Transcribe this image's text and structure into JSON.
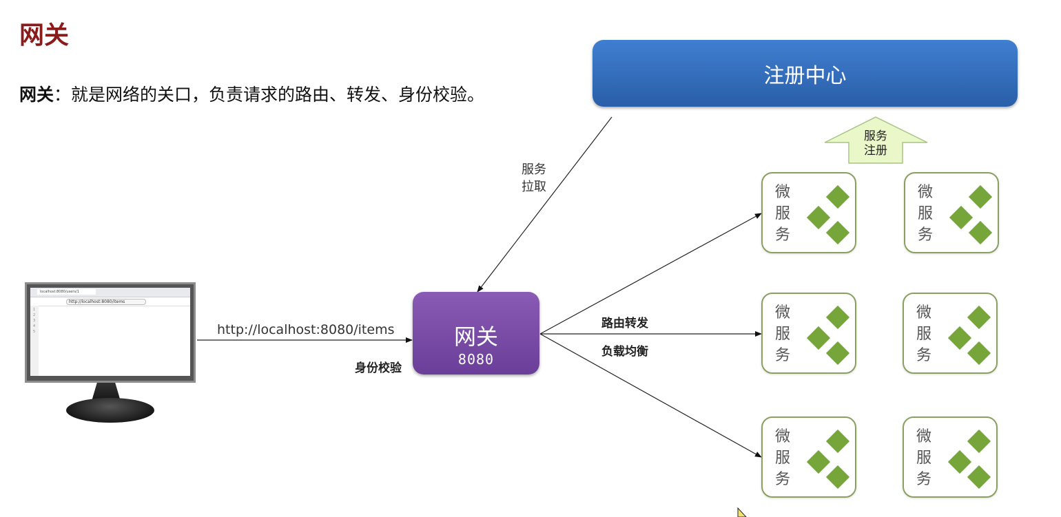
{
  "page": {
    "title": "网关",
    "subtitle_term": "网关",
    "subtitle_text": "：就是网络的关口，负责请求的路由、转发、身份校验。"
  },
  "registry": {
    "label": "注册中心"
  },
  "gateway": {
    "name": "网关",
    "port": "8080"
  },
  "edges": {
    "service_pull": "服务拉取",
    "service_pull_lines": [
      "服务",
      "拉取"
    ],
    "client_url": "http://localhost:8080/items",
    "auth": "身份校验",
    "routing": "路由转发",
    "load_balance": "负载均衡",
    "service_register_lines": [
      "服务",
      "注册"
    ]
  },
  "microservice": {
    "label_lines": [
      "微",
      "服",
      "务"
    ]
  },
  "microservices": [
    {
      "id": "ms-1"
    },
    {
      "id": "ms-2"
    },
    {
      "id": "ms-3"
    },
    {
      "id": "ms-4"
    },
    {
      "id": "ms-5"
    },
    {
      "id": "ms-6"
    }
  ],
  "browser": {
    "tab_title": "localhost:8080/users/1",
    "address": "http://localhost:8080/items",
    "line_numbers": [
      "1",
      "2",
      "3",
      "4",
      "5"
    ]
  },
  "colors": {
    "title": "#8b1a1a",
    "registry": "#2f6bbd",
    "gateway": "#7a4ea8",
    "microservice_border": "#8aa060",
    "diamond": "#76a63a",
    "register_arrow": "#e9f7c9"
  }
}
